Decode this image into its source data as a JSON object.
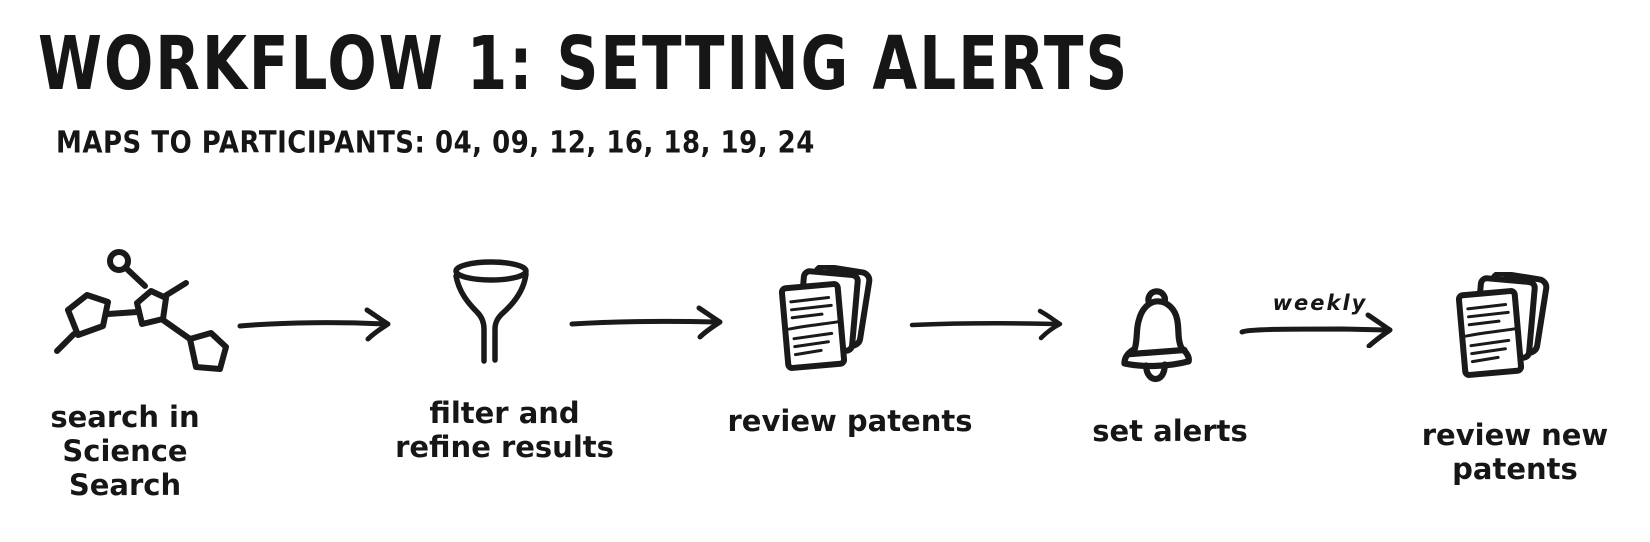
{
  "header": {
    "title": "WORKFLOW 1: SETTING ALERTS",
    "subtitle": "MAPS TO PARTICIPANTS: 04, 09, 12, 16, 18, 19, 24"
  },
  "workflow": {
    "steps": [
      {
        "icon": "molecule-icon",
        "label": "search in\nScience Search"
      },
      {
        "icon": "funnel-icon",
        "label": "filter and\nrefine results"
      },
      {
        "icon": "documents-icon",
        "label": "review patents"
      },
      {
        "icon": "bell-icon",
        "label": "set alerts"
      },
      {
        "icon": "documents-icon",
        "label": "review new\npatents"
      }
    ],
    "arrows": [
      {
        "label": ""
      },
      {
        "label": ""
      },
      {
        "label": ""
      },
      {
        "label": "weekly"
      }
    ]
  },
  "colors": {
    "ink": "#1a1a1a",
    "background": "#ffffff"
  }
}
